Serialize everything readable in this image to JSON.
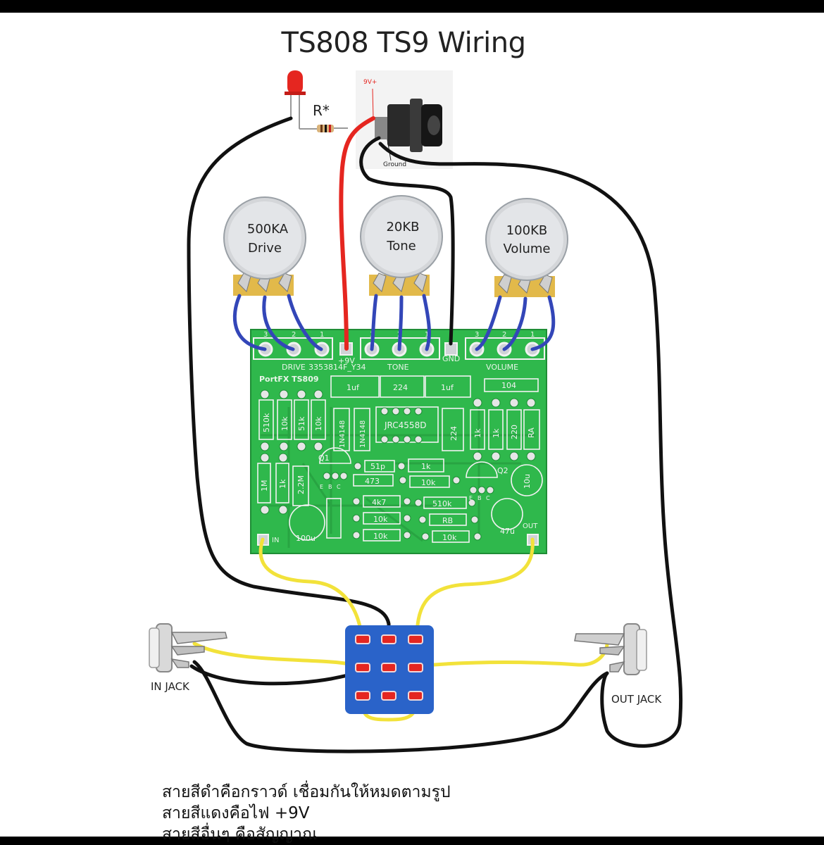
{
  "title": "TS808 TS9 Wiring",
  "led_resistor": "R*",
  "dc_jack": {
    "power_label": "9V+",
    "ground_label": "Ground"
  },
  "pots": [
    {
      "value": "500KA",
      "name": "Drive"
    },
    {
      "value": "20KB",
      "name": "Tone"
    },
    {
      "value": "100KB",
      "name": "Volume"
    }
  ],
  "pot_pins": [
    "3",
    "2",
    "1"
  ],
  "pcb": {
    "pads": {
      "drive": "DRIVE",
      "power": "+9V",
      "tone": "TONE",
      "ground": "GND",
      "volume": "VOLUME",
      "in": "IN",
      "out": "OUT"
    },
    "brand": "PortFX TS809",
    "code": "3353814F_Y34",
    "chip": "JRC4558D",
    "components": [
      "1uf",
      "224",
      "1uf",
      "104",
      "510k",
      "10k",
      "51k",
      "10k",
      "1N4148",
      "1N4148",
      "224",
      "1k",
      "1k",
      "220",
      "RA",
      "1M",
      "1k",
      "2.2M",
      "Q1",
      "51p",
      "1k",
      "473",
      "10k",
      "Q2",
      "10u",
      "4k7",
      "510k",
      "10k",
      "RB",
      "10k",
      "10k",
      "47u",
      "100u",
      "E",
      "B",
      "C",
      "E",
      "B",
      "C"
    ]
  },
  "jacks": {
    "in": "IN JACK",
    "out": "OUT JACK"
  },
  "notes": [
    "สายสีดำคือกราวด์ เชื่อมกันให้หมดตามรูป",
    "สายสีแดงคือไฟ +9V",
    "สายสีอื่นๆ คือสัญญาณ"
  ],
  "colors": {
    "pcb": "#2fb84c",
    "power_wire": "#e52620",
    "ground_wire": "#111111",
    "signal_pot_wire": "#3346b8",
    "signal_jack_wire": "#f2e23a",
    "switch": "#2a63c9",
    "pot_body": "#d4d6d9",
    "pot_lugs": "#e2b94a"
  }
}
